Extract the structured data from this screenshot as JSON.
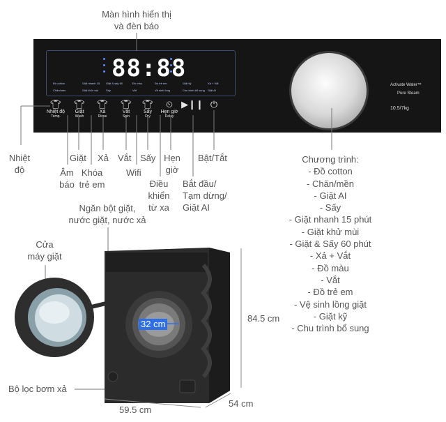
{
  "labels": {
    "display": [
      "Màn hình hiển thị",
      "và đèn báo"
    ],
    "nhiet_do": [
      "Nhiệt",
      "độ"
    ],
    "giat": "Giặt",
    "xa": "Xả",
    "vat": "Vắt",
    "say": "Sấy",
    "hen_gio": [
      "Hẹn",
      "giờ"
    ],
    "bat_tat": "Bật/Tắt",
    "am_bao": [
      "Âm",
      "báo"
    ],
    "khoa_tre_em": [
      "Khóa",
      "trẻ em"
    ],
    "wifi": "Wifi",
    "dieu_khien": [
      "Điều",
      "khiển",
      "từ xa"
    ],
    "bat_dau": [
      "Bắt đầu/",
      "Tạm dừng/",
      "Giặt AI"
    ],
    "ngan_bot": [
      "Ngăn bột giặt,",
      "nước giặt, nước xả"
    ],
    "cua": [
      "Cửa",
      "máy giặt"
    ],
    "bo_loc": "Bộ lọc bơm xả"
  },
  "program": {
    "heading": "Chương trình:",
    "items": [
      "- Đồ cotton",
      "- Chăn/mền",
      "- Giặt AI",
      "- Sấy",
      "- Giặt nhanh 15 phút",
      "- Giặt khử mùi",
      "- Giặt & Sấy 60 phút",
      "- Xả + Vắt",
      "- Đồ màu",
      "- Vắt",
      "- Đồ trẻ em",
      "- Vệ sinh lồng giặt",
      "- Giặt kỹ",
      "- Chu trình bổ sung"
    ]
  },
  "dimensions": {
    "drum": "32 cm",
    "height": "84.5 cm",
    "width": "59.5 cm",
    "depth": "54 cm"
  },
  "panel": {
    "display_digits": "88:88",
    "buttons": [
      {
        "label": "Nhiệt độ",
        "sub": "Temp."
      },
      {
        "label": "Giặt",
        "sub": "Wash"
      },
      {
        "label": "Xả",
        "sub": "Rinse"
      },
      {
        "label": "Vắt",
        "sub": "Spin"
      },
      {
        "label": "Sấy",
        "sub": "Dry"
      },
      {
        "label": "Hẹn giờ",
        "sub": "Delay"
      }
    ],
    "brand_line1": "Activate Water™",
    "brand_line2": "Pure Steam",
    "capacity": "10.5/7kg",
    "program_tiny": [
      "Đồ cotton",
      "Chăn/mền",
      "Giặt nhanh 15",
      "Giặt khử mùi",
      "Giặt & sấy 60",
      "Sấy",
      "Đồ màu",
      "Vắt",
      "Đồ trẻ em",
      "Vệ sinh lồng",
      "Giặt kỹ",
      "Chu trình bổ sung",
      "Xả + Vắt",
      "Giặt AI"
    ]
  },
  "colors": {
    "panel": "#151515",
    "display_frame": "#3c4d6e",
    "led_blue": "#5b8cff",
    "machine": "#2b2b2b",
    "leader": "#666666"
  }
}
